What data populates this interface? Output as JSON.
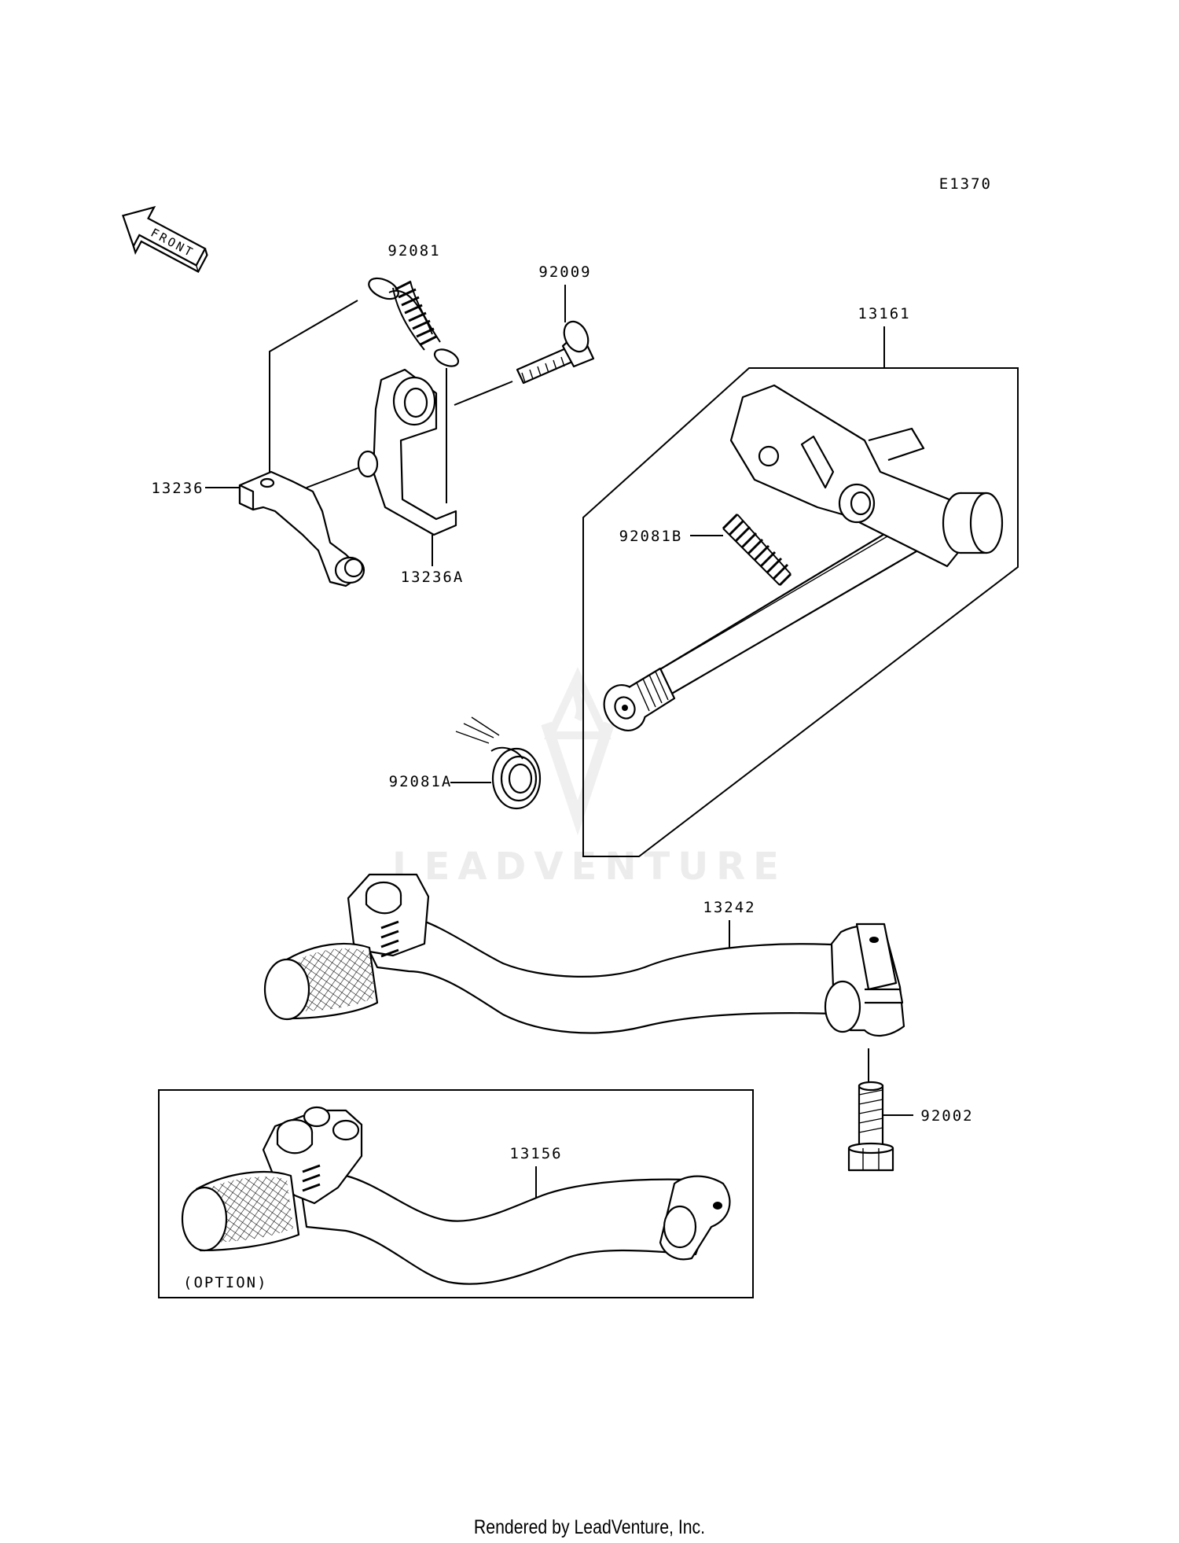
{
  "diagram_id": "E1370",
  "front_label": "FRONT",
  "watermark": "LEADVENTURE",
  "option_label": "(OPTION)",
  "footer": "Rendered by LeadVenture, Inc.",
  "callouts": {
    "p92081": "92081",
    "p92009": "92009",
    "p13161": "13161",
    "p13236": "13236",
    "p13236A": "13236A",
    "p92081B": "92081B",
    "p92081A": "92081A",
    "p13242": "13242",
    "p92002": "92002",
    "p13156": "13156"
  }
}
